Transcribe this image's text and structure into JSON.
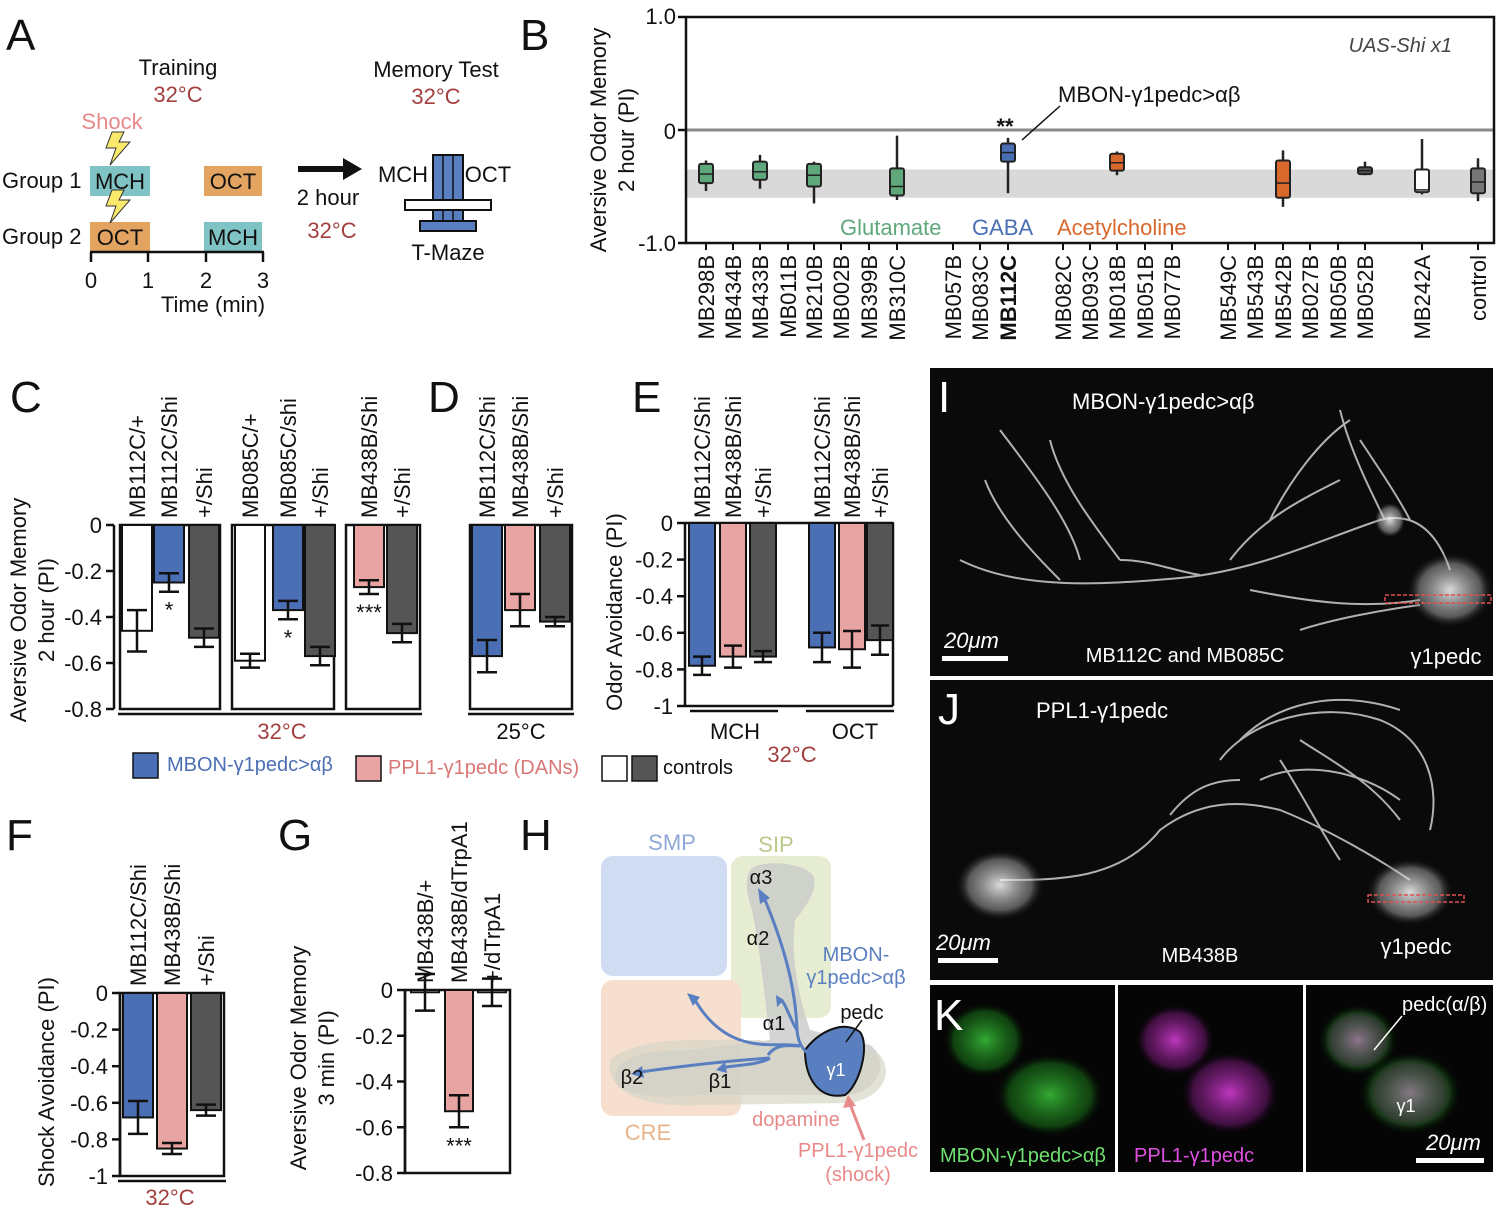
{
  "panels": {
    "A": {
      "label": "A",
      "training": "Training",
      "training_temp": "32°C",
      "shock": "Shock",
      "memory_test": "Memory Test",
      "memory_temp": "32°C",
      "group1": "Group 1",
      "group2": "Group 2",
      "g1_train_odor": "MCH",
      "g1_test_odor": "OCT",
      "g2_train_odor": "OCT",
      "g2_test_odor": "MCH",
      "ticks": [
        "0",
        "1",
        "2",
        "3"
      ],
      "time_label": "Time (min)",
      "interval": "2 hour",
      "interval_temp": "32°C",
      "maze_left": "MCH",
      "maze_right": "OCT",
      "maze_label": "T-Maze",
      "colors": {
        "odor_box_mch": "#7fc3c4",
        "odor_box_oct": "#e3a462",
        "maze": "#5a7fc1",
        "temp": "#a3403f",
        "shock": "#e8898a",
        "bolt": "#fbe96b"
      }
    },
    "B": {
      "label": "B",
      "ylabel_line1": "Aversive Odor Memory",
      "ylabel_line2": "2 hour (PI)",
      "yticks": [
        "1.0",
        "0",
        "-1.0"
      ],
      "note": "UAS-Shi x1",
      "annotation": "MBON-γ1pedc>αβ",
      "significance": "**",
      "group_labels": [
        "Glutamate",
        "GABA",
        "Acetylcholine"
      ],
      "group_colors": [
        "#5fa87c",
        "#4a6fb5",
        "#d9682c"
      ]
    },
    "C": {
      "label": "C",
      "ylabel_line1": "Aversive Odor Memory",
      "ylabel_line2": "2 hour (PI)",
      "yticks": [
        "0",
        "-0.2",
        "-0.4",
        "-0.6",
        "-0.8"
      ],
      "bar_labels": [
        "MB112C/+",
        "MB112C/Shi",
        "+/Shi",
        "MB085C/+",
        "MB085C/shi",
        "+/Shi",
        "MB438B/Shi",
        "+/Shi"
      ],
      "stars": [
        "*",
        "*",
        "***"
      ],
      "temp": "32°C"
    },
    "D": {
      "label": "D",
      "bar_labels": [
        "MB112C/Shi",
        "MB438B/Shi",
        "+/Shi"
      ],
      "temp": "25°C"
    },
    "E": {
      "label": "E",
      "ylabel": "Odor Avoidance (PI)",
      "yticks": [
        "0",
        "-0.2",
        "-0.4",
        "-0.6",
        "-0.8",
        "-1"
      ],
      "bar_labels": [
        "MB112C/Shi",
        "MB438B/Shi",
        "+/Shi",
        "MB112C/Shi",
        "MB438B/Shi",
        "+/Shi"
      ],
      "group_mch": "MCH",
      "group_oct": "OCT",
      "temp": "32°C"
    },
    "legend": {
      "mbon": "MBON-γ1pedc>αβ",
      "ppl1": "PPL1-γ1pedc (DANs)",
      "controls": "controls"
    },
    "F": {
      "label": "F",
      "ylabel": "Shock Avoidance (PI)",
      "yticks": [
        "0",
        "-0.2",
        "-0.4",
        "-0.6",
        "-0.8",
        "-1"
      ],
      "bar_labels": [
        "MB112C/Shi",
        "MB438B/Shi",
        "+/Shi"
      ],
      "temp": "32°C"
    },
    "G": {
      "label": "G",
      "ylabel_line1": "Aversive Odor Memory",
      "ylabel_line2": "3 min (PI)",
      "yticks": [
        "0",
        "-0.2",
        "-0.4",
        "-0.6",
        "-0.8"
      ],
      "bar_labels": [
        "MB438B/+",
        "MB438B/dTrpA1",
        "+/dTrpA1"
      ],
      "stars": "***"
    },
    "H": {
      "label": "H",
      "smp": "SMP",
      "sip": "SIP",
      "cre": "CRE",
      "a3": "α3",
      "a2": "α2",
      "a1": "α1",
      "b1": "β1",
      "b2": "β2",
      "g1": "γ1",
      "pedc": "pedc",
      "mbon_line1": "MBON-",
      "mbon_line2": "γ1pedc>αβ",
      "dopamine": "dopamine",
      "ppl1_line1": "PPL1-γ1pedc",
      "ppl1_line2": "(shock)"
    },
    "I": {
      "label": "I",
      "title": "MBON-γ1pedc>αβ",
      "scale": "20μm",
      "caption": "MB112C and MB085C",
      "region": "γ1pedc"
    },
    "J": {
      "label": "J",
      "title": "PPL1-γ1pedc",
      "scale": "20μm",
      "caption": "MB438B",
      "region": "γ1pedc"
    },
    "K": {
      "label": "K",
      "green_label": "MBON-γ1pedc>αβ",
      "magenta_label": "PPL1-γ1pedc",
      "pedc_label": "pedc(α/β)",
      "g1": "γ1",
      "scale": "20μm"
    }
  },
  "chart_data": [
    {
      "panel": "B",
      "type": "box",
      "ylabel": "Aversive Odor Memory 2 hour (PI)",
      "ylim": [
        -1.0,
        1.0
      ],
      "yticks": [
        1.0,
        0,
        -1.0
      ],
      "reference_band": [
        -0.6,
        -0.35
      ],
      "categories": [
        "MB298B",
        "MB434B",
        "MB433B",
        "MB011B",
        "MB210B",
        "MB002B",
        "MB399B",
        "MB310C",
        "MB057B",
        "MB083C",
        "MB112C",
        "MB082C",
        "MB093C",
        "MB018B",
        "MB051B",
        "MB077B",
        "MB549C",
        "MB543B",
        "MB542B",
        "MB027B",
        "MB050B",
        "MB052B",
        "MB242A",
        "control"
      ],
      "boxes": [
        {
          "label": "MB298B",
          "group": "glutamate",
          "min": -0.54,
          "q1": -0.47,
          "median": -0.39,
          "q3": -0.3,
          "max": -0.27
        },
        {
          "label": "MB433B",
          "group": "glutamate",
          "min": -0.52,
          "q1": -0.44,
          "median": -0.37,
          "q3": -0.28,
          "max": -0.22
        },
        {
          "label": "MB210B",
          "group": "glutamate",
          "min": -0.65,
          "q1": -0.5,
          "median": -0.4,
          "q3": -0.3,
          "max": -0.28
        },
        {
          "label": "MB310C",
          "group": "glutamate",
          "min": -0.62,
          "q1": -0.58,
          "median": -0.5,
          "q3": -0.34,
          "max": -0.05
        },
        {
          "label": "MB112C",
          "group": "gaba",
          "min": -0.56,
          "q1": -0.28,
          "median": -0.2,
          "q3": -0.12,
          "max": -0.07
        },
        {
          "label": "MB018B",
          "group": "acetylcholine",
          "min": -0.4,
          "q1": -0.36,
          "median": -0.29,
          "q3": -0.21,
          "max": -0.19
        },
        {
          "label": "MB542B",
          "group": "acetylcholine",
          "min": -0.68,
          "q1": -0.6,
          "median": -0.47,
          "q3": -0.27,
          "max": -0.18
        },
        {
          "label": "MB052B",
          "group": "other",
          "min": -0.4,
          "q1": -0.39,
          "median": -0.36,
          "q3": -0.33,
          "max": -0.28
        },
        {
          "label": "MB242A",
          "group": "other",
          "min": -0.57,
          "q1": -0.55,
          "median": -0.53,
          "q3": -0.35,
          "max": -0.08
        },
        {
          "label": "control",
          "group": "control",
          "min": -0.63,
          "q1": -0.56,
          "median": -0.46,
          "q3": -0.34,
          "max": -0.25
        }
      ],
      "significant": {
        "label": "MB112C",
        "stars": "**"
      }
    },
    {
      "panel": "C",
      "type": "bar",
      "temp": "32°C",
      "ylim": [
        -0.8,
        0
      ],
      "groups": [
        {
          "bars": [
            {
              "label": "MB112C/+",
              "value": -0.46,
              "err": 0.09,
              "class": "control_white"
            },
            {
              "label": "MB112C/Shi",
              "value": -0.25,
              "err": 0.04,
              "class": "mbon",
              "star": "*"
            },
            {
              "label": "+/Shi",
              "value": -0.49,
              "err": 0.04,
              "class": "control_grey"
            }
          ]
        },
        {
          "bars": [
            {
              "label": "MB085C/+",
              "value": -0.59,
              "err": 0.03,
              "class": "control_white"
            },
            {
              "label": "MB085C/shi",
              "value": -0.37,
              "err": 0.04,
              "class": "mbon",
              "star": "*"
            },
            {
              "label": "+/Shi",
              "value": -0.57,
              "err": 0.04,
              "class": "control_grey"
            }
          ]
        },
        {
          "bars": [
            {
              "label": "MB438B/Shi",
              "value": -0.27,
              "err": 0.03,
              "class": "ppl1",
              "star": "***"
            },
            {
              "label": "+/Shi",
              "value": -0.47,
              "err": 0.04,
              "class": "control_grey"
            }
          ]
        }
      ]
    },
    {
      "panel": "D",
      "type": "bar",
      "temp": "25°C",
      "ylim": [
        -0.8,
        0
      ],
      "bars": [
        {
          "label": "MB112C/Shi",
          "value": -0.57,
          "err": 0.07,
          "class": "mbon"
        },
        {
          "label": "MB438B/Shi",
          "value": -0.37,
          "err": 0.07,
          "class": "ppl1"
        },
        {
          "label": "+/Shi",
          "value": -0.42,
          "err": 0.02,
          "class": "control_grey"
        }
      ]
    },
    {
      "panel": "E",
      "type": "bar",
      "ylabel": "Odor Avoidance (PI)",
      "temp": "32°C",
      "ylim": [
        -1,
        0
      ],
      "groups": [
        {
          "name": "MCH",
          "bars": [
            {
              "label": "MB112C/Shi",
              "value": -0.78,
              "err": 0.05,
              "class": "mbon"
            },
            {
              "label": "MB438B/Shi",
              "value": -0.73,
              "err": 0.06,
              "class": "ppl1"
            },
            {
              "label": "+/Shi",
              "value": -0.73,
              "err": 0.03,
              "class": "control_grey"
            }
          ]
        },
        {
          "name": "OCT",
          "bars": [
            {
              "label": "MB112C/Shi",
              "value": -0.68,
              "err": 0.08,
              "class": "mbon"
            },
            {
              "label": "MB438B/Shi",
              "value": -0.69,
              "err": 0.1,
              "class": "ppl1"
            },
            {
              "label": "+/Shi",
              "value": -0.64,
              "err": 0.08,
              "class": "control_grey"
            }
          ]
        }
      ]
    },
    {
      "panel": "F",
      "type": "bar",
      "ylabel": "Shock Avoidance (PI)",
      "temp": "32°C",
      "ylim": [
        -1,
        0
      ],
      "bars": [
        {
          "label": "MB112C/Shi",
          "value": -0.68,
          "err": 0.09,
          "class": "mbon"
        },
        {
          "label": "MB438B/Shi",
          "value": -0.85,
          "err": 0.03,
          "class": "ppl1"
        },
        {
          "label": "+/Shi",
          "value": -0.64,
          "err": 0.03,
          "class": "control_grey"
        }
      ]
    },
    {
      "panel": "G",
      "type": "bar",
      "ylabel": "Aversive Odor Memory 3 min (PI)",
      "ylim": [
        -0.8,
        0
      ],
      "bars": [
        {
          "label": "MB438B/+",
          "value": -0.01,
          "err": 0.08,
          "class": "control_white"
        },
        {
          "label": "MB438B/dTrpA1",
          "value": -0.53,
          "err": 0.07,
          "class": "ppl1",
          "star": "***"
        },
        {
          "label": "+/dTrpA1",
          "value": -0.01,
          "err": 0.06,
          "class": "control_white"
        }
      ]
    }
  ],
  "colors": {
    "mbon": "#4a6fb5",
    "ppl1": "#e8a4a3",
    "control_white": "#ffffff",
    "control_grey": "#555555",
    "temp_red": "#a3403f",
    "glutamate": "#5fa87c",
    "gaba": "#4a6fb5",
    "acetylcholine": "#d9682c",
    "k_green": "#3fc23f",
    "k_magenta": "#d63bd6"
  }
}
